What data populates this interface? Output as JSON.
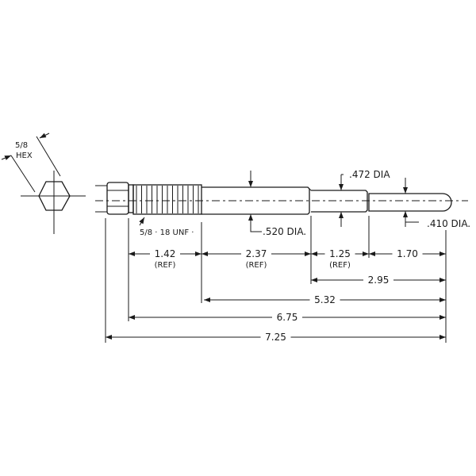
{
  "hex_label": {
    "size": "5/8",
    "type": "HEX"
  },
  "thread_label": "5/8 · 18 UNF ·",
  "diameters": [
    ".472 DIA",
    ".520 DIA.",
    ".410 DIA."
  ],
  "dimensions": [
    {
      "value": "1.42",
      "note": "(REF)"
    },
    {
      "value": "2.37",
      "note": "(REF)"
    },
    {
      "value": "1.25",
      "note": "(REF)"
    },
    {
      "value": "1.70"
    },
    {
      "value": "2.95"
    },
    {
      "value": "5.32"
    },
    {
      "value": "6.75"
    },
    {
      "value": "7.25"
    }
  ]
}
